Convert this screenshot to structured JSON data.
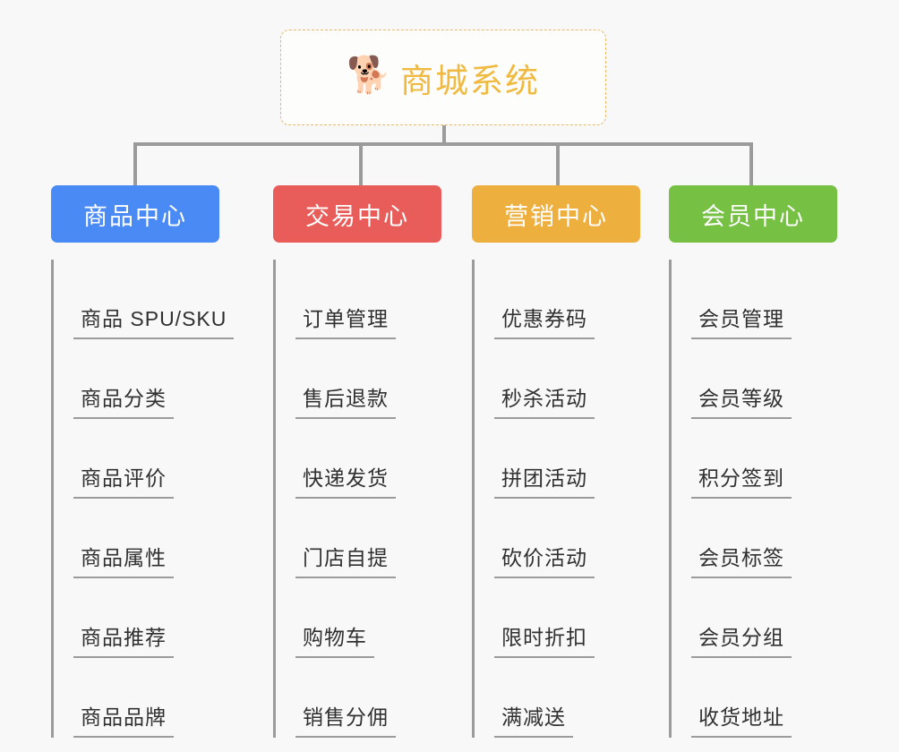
{
  "root": {
    "title": "商城系统",
    "emoji": "🐕",
    "emoji_name": "shiba-inu-face",
    "border_color": "#e8b964",
    "text_color": "#f0b93f"
  },
  "palette": {
    "background": "#f8f8f8",
    "connector": "#9b9b9b",
    "item_text": "#303030"
  },
  "columns": [
    {
      "label": "商品中心",
      "color": "#4a8af4",
      "items": [
        "商品 SPU/SKU",
        "商品分类",
        "商品评价",
        "商品属性",
        "商品推荐",
        "商品品牌"
      ]
    },
    {
      "label": "交易中心",
      "color": "#e85d5a",
      "items": [
        "订单管理",
        "售后退款",
        "快递发货",
        "门店自提",
        "购物车",
        "销售分佣"
      ]
    },
    {
      "label": "营销中心",
      "color": "#edaf3e",
      "items": [
        "优惠券码",
        "秒杀活动",
        "拼团活动",
        "砍价活动",
        "限时折扣",
        "满减送"
      ]
    },
    {
      "label": "会员中心",
      "color": "#76c043",
      "items": [
        "会员管理",
        "会员等级",
        "积分签到",
        "会员标签",
        "会员分组",
        "收货地址"
      ]
    }
  ]
}
